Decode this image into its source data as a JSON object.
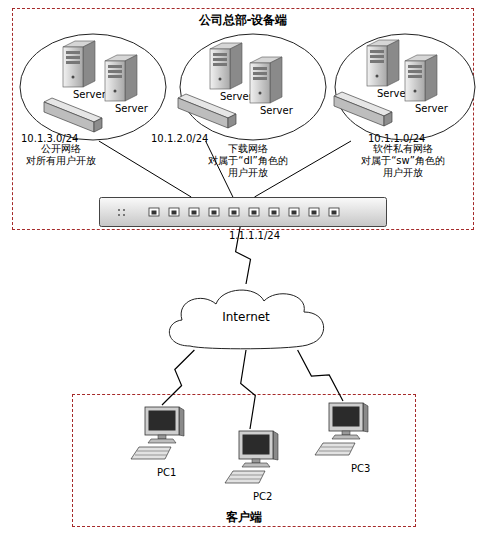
{
  "diagram": {
    "nodes": [
      {
        "text": [
          "公司总部-设备端"
        ]
      },
      {
        "text": [
          "10.1.3.0/24",
          "公开网络 对所有用户开放"
        ],
        "in": 0
      },
      {
        "text": [
          "Server"
        ],
        "in": 1
      },
      {
        "text": [
          "Server"
        ],
        "in": 1
      },
      {
        "text": [
          "10.1.2.0/24",
          "下载网络 对属于“dl”角色的 用户开放"
        ],
        "in": 0
      },
      {
        "text": [
          "Server"
        ],
        "in": 4
      },
      {
        "text": [
          "Server"
        ],
        "in": 4
      },
      {
        "text": [
          "10.1.1.0/24",
          "软件私有网络 对属于“sw”角色的 用户开放"
        ],
        "in": 0
      },
      {
        "text": [
          "Server"
        ],
        "in": 7
      },
      {
        "text": [
          "Server"
        ],
        "in": 7
      },
      {
        "text": [
          "1.1.1.1/24"
        ],
        "in": 0
      },
      {
        "text": [
          "Internet"
        ]
      },
      {
        "text": [
          "客户端"
        ]
      },
      {
        "text": [
          "PC1"
        ],
        "in": 12
      },
      {
        "text": [
          "PC2"
        ],
        "in": 12
      },
      {
        "text": [
          "PC3"
        ],
        "in": 12
      }
    ],
    "edges": [
      {
        "from": 1,
        "to": 10,
        "arrow": "none"
      },
      {
        "from": 4,
        "to": 10,
        "arrow": "none"
      },
      {
        "from": 7,
        "to": 10,
        "arrow": "none"
      },
      {
        "from": 10,
        "to": 11,
        "arrow": "none"
      },
      {
        "from": 11,
        "to": 13,
        "arrow": "none"
      },
      {
        "from": 11,
        "to": 14,
        "arrow": "none"
      },
      {
        "from": 11,
        "to": 15,
        "arrow": "none"
      }
    ]
  }
}
